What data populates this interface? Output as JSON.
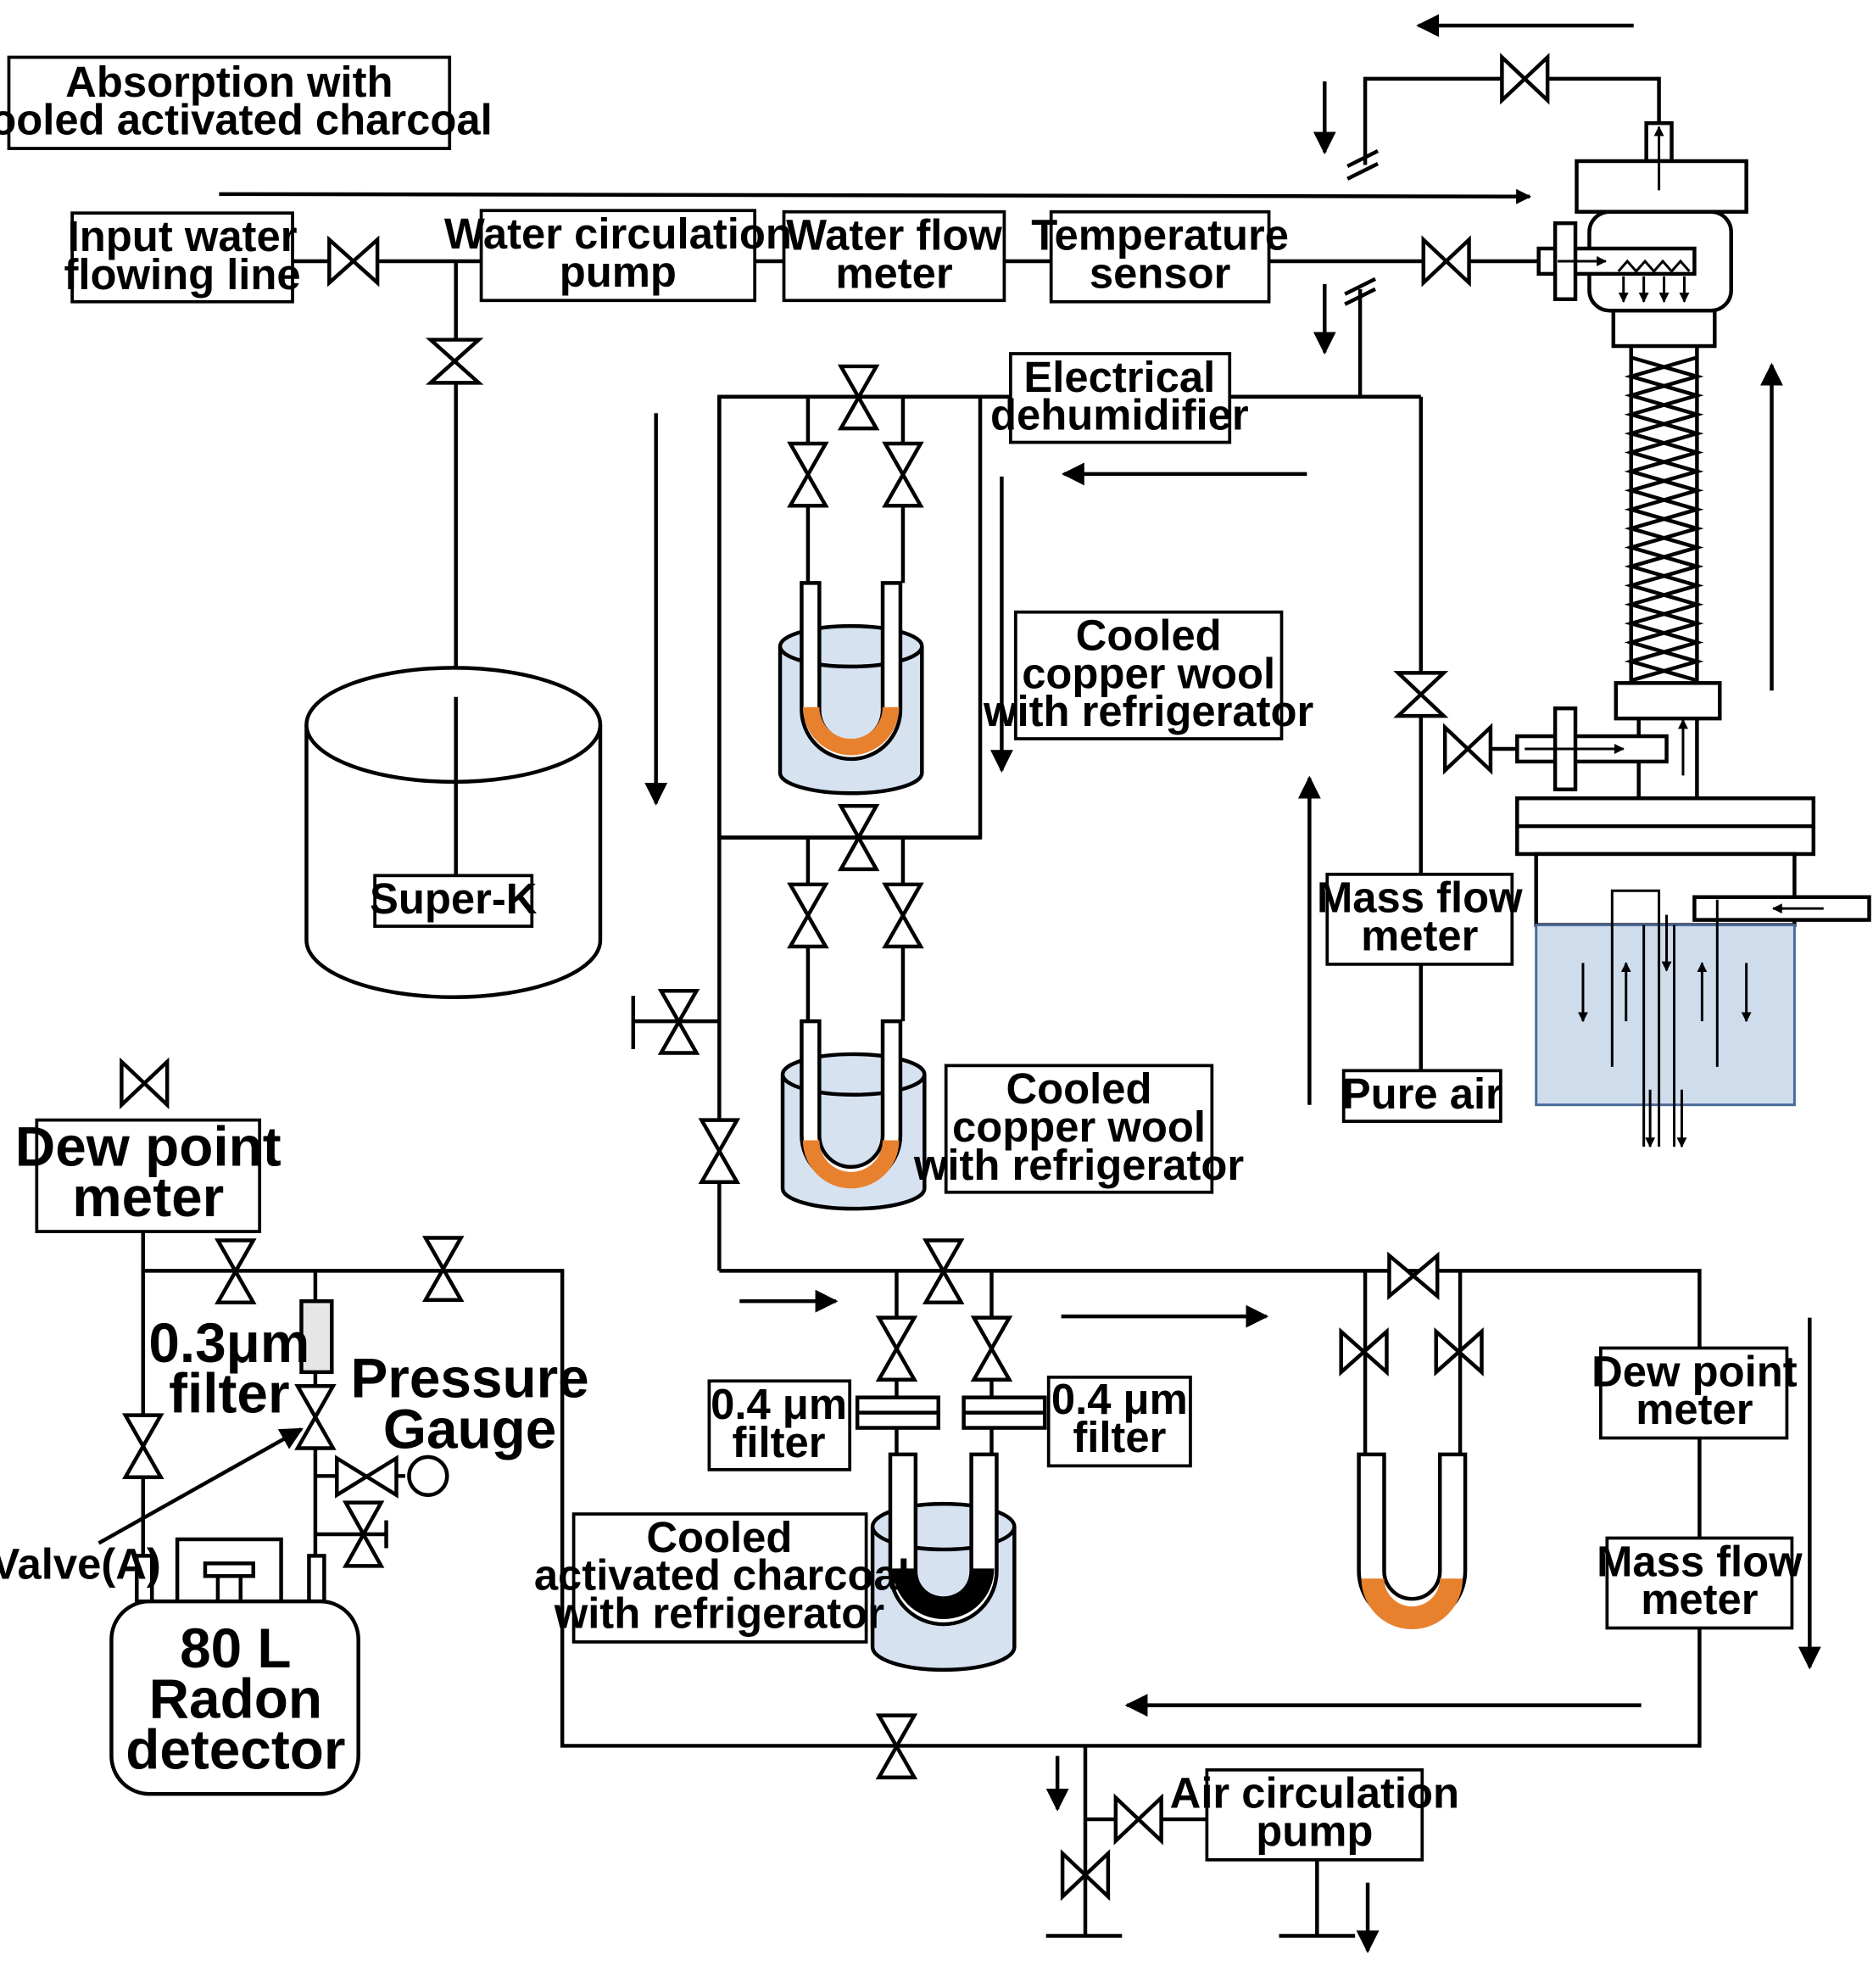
{
  "colors": {
    "line": "#000000",
    "water": "#d6e2f0",
    "tank_water": "#cfdcec",
    "tank_border": "#4a6a9a",
    "copper": "#e8812e",
    "charcoal": "#000000",
    "filter_fill": "#e6e6e6"
  },
  "labels": {
    "title_line1": "Absorption with",
    "title_line2": "cooled activated charcoal",
    "input_water_line1": "Input water",
    "input_water_line2": "flowing line",
    "water_pump_line1": "Water circulation",
    "water_pump_line2": "pump",
    "water_flow_line1": "Water flow",
    "water_flow_line2": "meter",
    "temp_sensor_line1": "Temperature",
    "temp_sensor_line2": "sensor",
    "dehumidifier_line1": "Electrical",
    "dehumidifier_line2": "dehumidifier",
    "copper1_line1": "Cooled",
    "copper1_line2": "copper wool",
    "copper1_line3": "with refrigerator",
    "copper2_line1": "Cooled",
    "copper2_line2": "copper wool",
    "copper2_line3": "with refrigerator",
    "superk": "Super-K",
    "mass_flow1_line1": "Mass flow",
    "mass_flow1_line2": "meter",
    "pure_air": "Pure air",
    "dew_point_left_line1": "Dew point",
    "dew_point_left_line2": "meter",
    "filter03_line1": "0.3μm",
    "filter03_line2": "filter",
    "pressure_gauge_line1": "Pressure",
    "pressure_gauge_line2": "Gauge",
    "valve_a": "Valve(A)",
    "radon_line1": "80 L",
    "radon_line2": "Radon",
    "radon_line3": "detector",
    "filter04_left_line1": "0.4 μm",
    "filter04_left_line2": "filter",
    "filter04_right_line1": "0.4 μm",
    "filter04_right_line2": "filter",
    "charcoal_line1": "Cooled",
    "charcoal_line2": "activated charcoal",
    "charcoal_line3": "with refrigerator",
    "dew_point_right_line1": "Dew point",
    "dew_point_right_line2": "meter",
    "mass_flow2_line1": "Mass flow",
    "mass_flow2_line2": "meter",
    "air_pump_line1": "Air circulation",
    "air_pump_line2": "pump"
  }
}
